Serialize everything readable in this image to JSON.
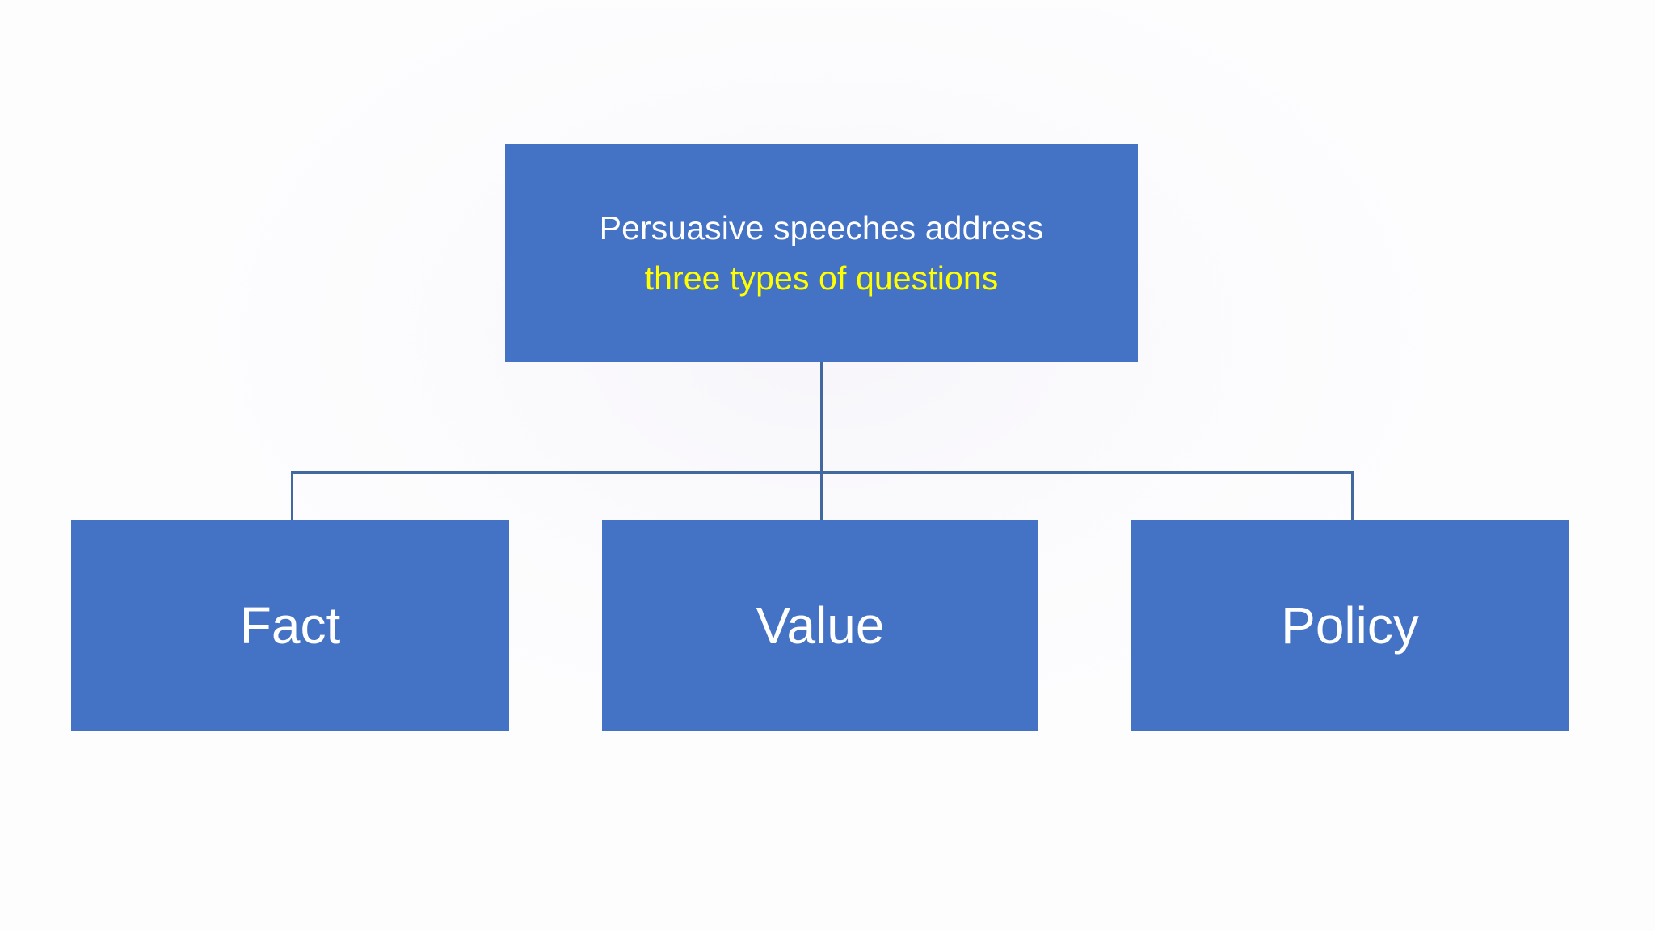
{
  "slide": {
    "title": "Persuasive speeches address three types of questions",
    "background_color": "#fdfdfe"
  },
  "theme": {
    "node_fill": "#4472c4",
    "connector_color": "#41699f",
    "primary_text_color": "#ffffff",
    "accent_text_color": "#ffff00"
  },
  "diagram": {
    "type": "org-chart",
    "root": {
      "line_1": "Persuasive speeches address",
      "line_2": "three types of questions",
      "line_1_color": "#ffffff",
      "line_2_color": "#ffff00"
    },
    "children": [
      {
        "label": "Fact"
      },
      {
        "label": "Value"
      },
      {
        "label": "Policy"
      }
    ]
  }
}
